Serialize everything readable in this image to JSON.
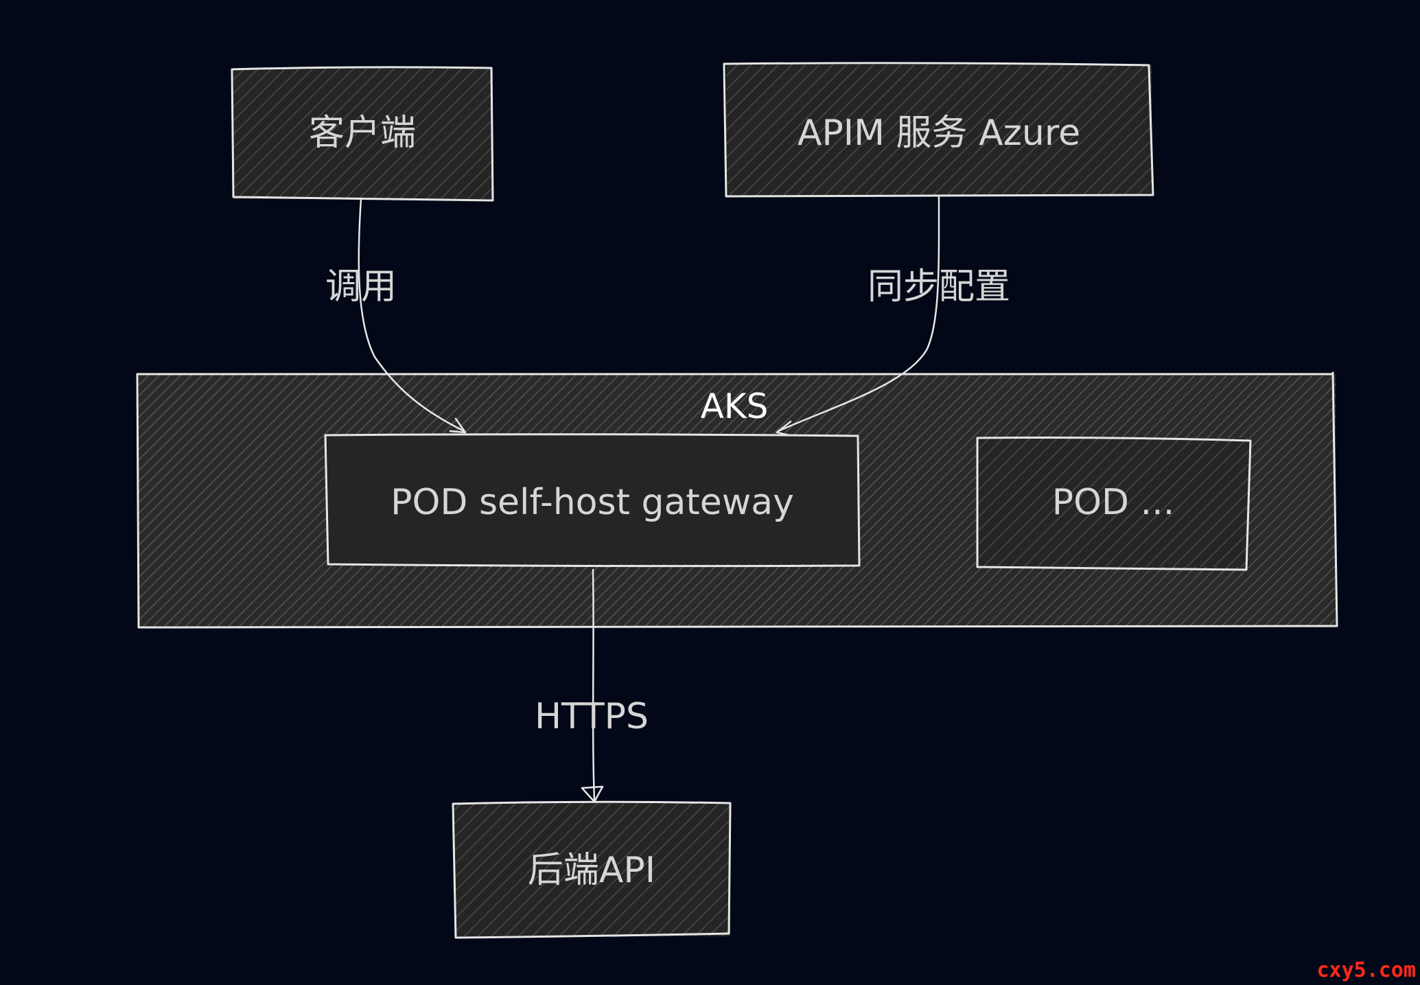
{
  "colors": {
    "background": "#020817",
    "box_fill": "#252525",
    "hatch": "#4a4a4a",
    "stroke": "#e6e6e6",
    "text": "#d6d6d6",
    "group_label": "#ffffff",
    "watermark": "#ff2a1a"
  },
  "nodes": {
    "client": {
      "label": "客户端"
    },
    "apim": {
      "label": "APIM 服务 Azure"
    },
    "aks": {
      "label": "AKS"
    },
    "gateway": {
      "label": "POD self-host gateway"
    },
    "pod_other": {
      "label": "POD ..."
    },
    "backend": {
      "label": "后端API"
    }
  },
  "edges": {
    "client_to_gateway": {
      "label": "调用"
    },
    "apim_to_gateway": {
      "label": "同步配置"
    },
    "gateway_to_backend": {
      "label": "HTTPS"
    }
  },
  "watermark": {
    "text": "cxy5.com"
  }
}
